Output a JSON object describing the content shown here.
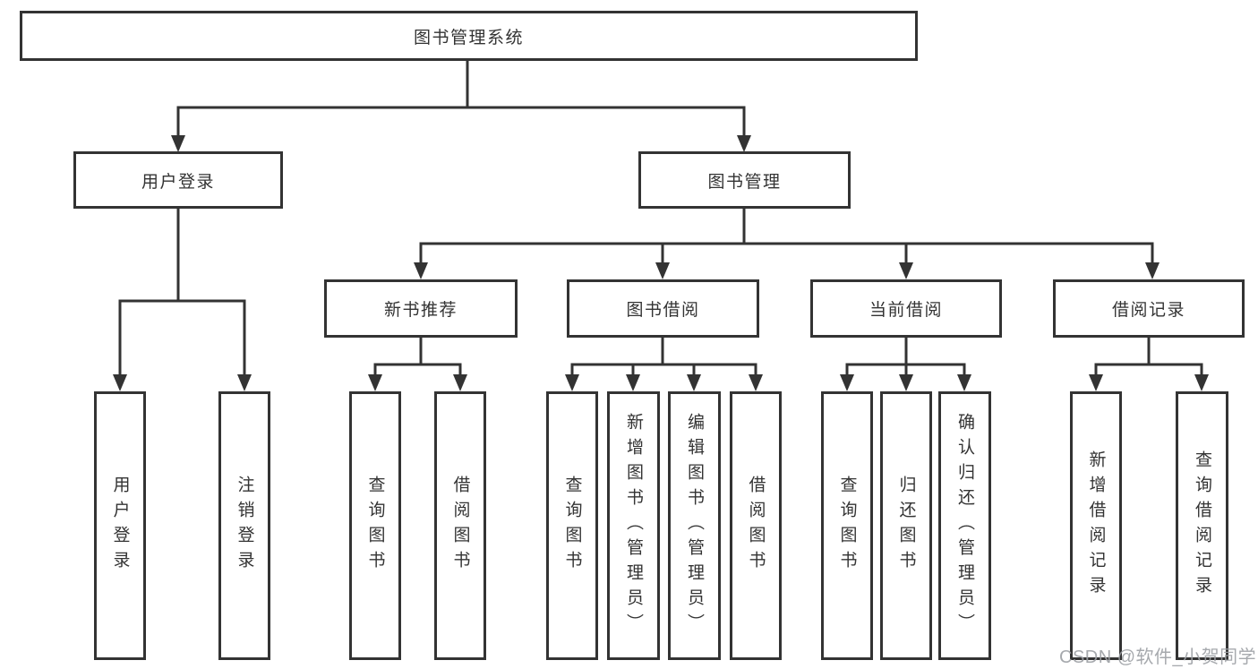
{
  "tree": {
    "root": {
      "label": "图书管理系统",
      "children": [
        {
          "label": "用户登录",
          "children": [
            {
              "label": "用户登录"
            },
            {
              "label": "注销登录"
            }
          ]
        },
        {
          "label": "图书管理",
          "children": [
            {
              "label": "新书推荐",
              "children": [
                {
                  "label": "查询图书"
                },
                {
                  "label": "借阅图书"
                }
              ]
            },
            {
              "label": "图书借阅",
              "children": [
                {
                  "label": "查询图书"
                },
                {
                  "label": "新增图书（管理员）"
                },
                {
                  "label": "编辑图书（管理员）"
                },
                {
                  "label": "借阅图书"
                }
              ]
            },
            {
              "label": "当前借阅",
              "children": [
                {
                  "label": "查询图书"
                },
                {
                  "label": "归还图书"
                },
                {
                  "label": "确认归还（管理员）"
                }
              ]
            },
            {
              "label": "借阅记录",
              "children": [
                {
                  "label": "新增借阅记录"
                },
                {
                  "label": "查询借阅记录"
                }
              ]
            }
          ]
        }
      ]
    }
  },
  "watermark": {
    "text": "CSDN @软件_小贺同学"
  },
  "colors": {
    "line": "#333333",
    "text": "#333333",
    "box_background": "#ffffff",
    "watermark": "#9da0a5",
    "background": "#ffffff"
  }
}
